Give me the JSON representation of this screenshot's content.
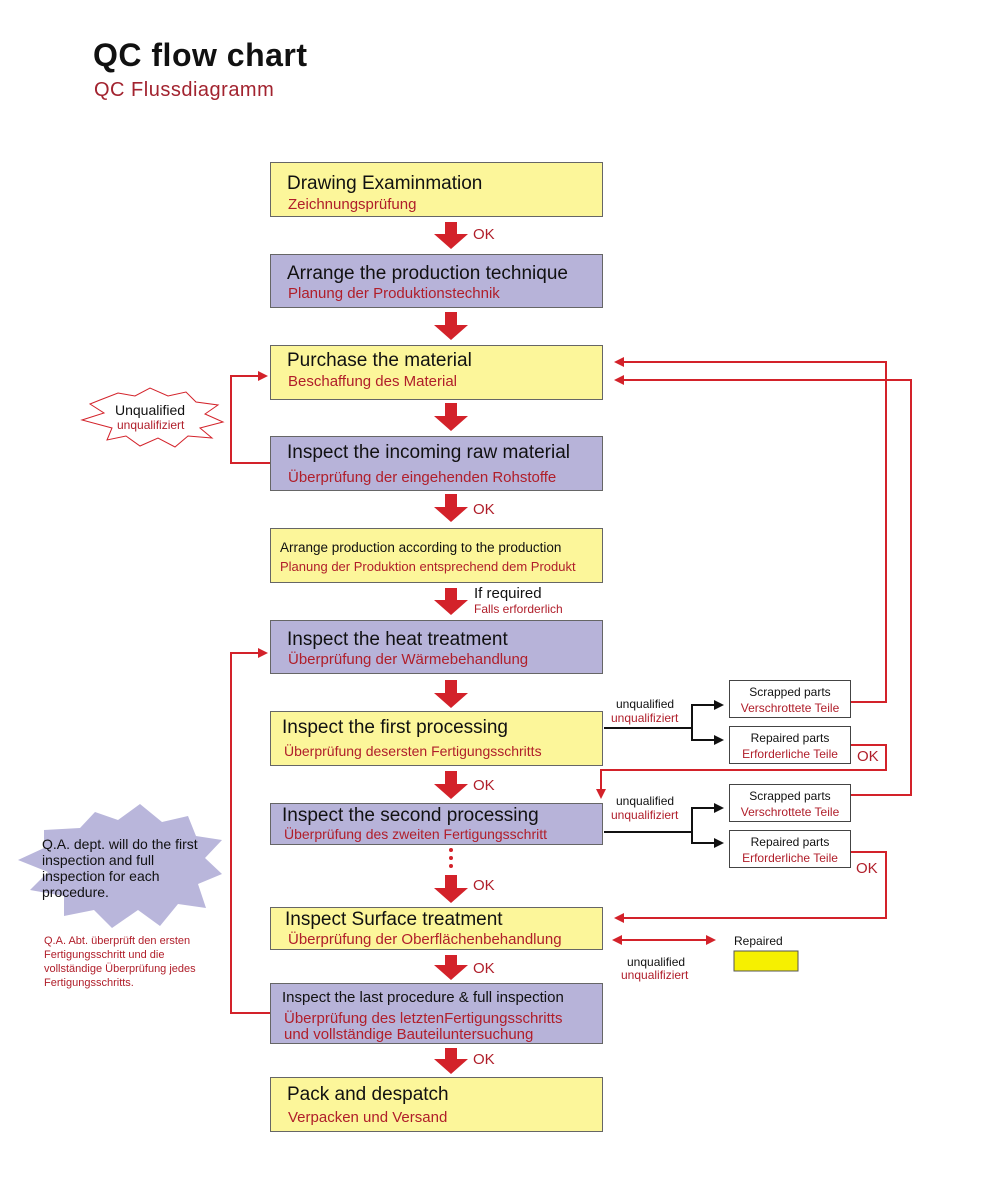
{
  "title": "QC flow chart",
  "subtitle": "QC Flussdiagramm",
  "steps": [
    {
      "en": "Drawing Examinmation",
      "de": "Zeichnungsprüfung"
    },
    {
      "en": "Arrange the production technique",
      "de": "Planung der Produktionstechnik"
    },
    {
      "en": "Purchase the material",
      "de": "Beschaffung des Material"
    },
    {
      "en": "Inspect the incoming raw material",
      "de": "Überprüfung der eingehenden Rohstoffe"
    },
    {
      "en": "Arrange production according to the production",
      "de": "Planung der Produktion entsprechend dem Produkt"
    },
    {
      "en": "Inspect the heat treatment",
      "de": "Überprüfung der Wärmebehandlung"
    },
    {
      "en": "Inspect the first processing",
      "de": "Überprüfung desersten Fertigungsschritts"
    },
    {
      "en": "Inspect the second processing",
      "de": "Überprüfung des zweiten Fertigungsschritt"
    },
    {
      "en": "Inspect Surface treatment",
      "de": "Überprüfung der Oberflächenbehandlung"
    },
    {
      "en": "Inspect the last procedure & full inspection",
      "de1": "Überprüfung des letztenFertigungsschritts",
      "de2": "und vollständige Bauteiluntersuchung"
    },
    {
      "en": "Pack and despatch",
      "de": "Verpacken und Versand"
    }
  ],
  "labels": {
    "ok": "OK",
    "if_required": "If  required",
    "falls_erforderlich": "Falls erforderlich",
    "unqualified_en": "Unqualified",
    "unqualified_de": "unqualifiziert",
    "unqualified_small": "unqualified",
    "repaired": "Repaired"
  },
  "side_boxes": {
    "scrapped_en": "Scrapped parts",
    "scrapped_de": "Verschrottete Teile",
    "repaired_en": "Repaired parts",
    "repaired_de": "Erforderliche Teile"
  },
  "qa_note": {
    "en": "Q.A. dept. will do the first inspection and full inspection for each procedure.",
    "de": "Q.A. Abt. überprüft den ersten Fertigungsschritt und die vollständige Überprüfung jedes Fertigungsschritts."
  },
  "colors": {
    "yellow_box": "#fcf69a",
    "purple_box": "#b7b3d9",
    "arrow_red": "#d3222a",
    "text_red": "#b01e2a",
    "star_fill": "#b9b6db",
    "repaired_legend": "#f6f000"
  }
}
